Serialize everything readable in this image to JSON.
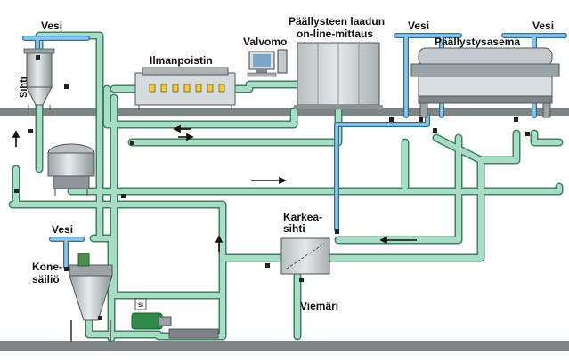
{
  "labels": {
    "vesi": "Vesi",
    "sihti": "Sihti",
    "ilmanpoistin": "Ilmanpoistin",
    "valvomo": "Valvomo",
    "quality_line1": "Päällysteen laadun",
    "quality_line2": "on-line-mittaus",
    "paallystysasema": "Päällystysasema",
    "karkea_line1": "Karkea-",
    "karkea_line2": "sihti",
    "kone_line1": "Kone-",
    "kone_line2": "säiliö",
    "viemari": "Viemäri",
    "pump_badge": "SI"
  },
  "colors": {
    "pipe_green": "#a9dcc4",
    "pipe_outline": "#3f7f66",
    "water_blue": "#8ec7ea",
    "water_outline": "#2f6f9a",
    "floor": "#7d8586",
    "equipment_grey": "#c9cfd1",
    "arrow": "#111111"
  }
}
